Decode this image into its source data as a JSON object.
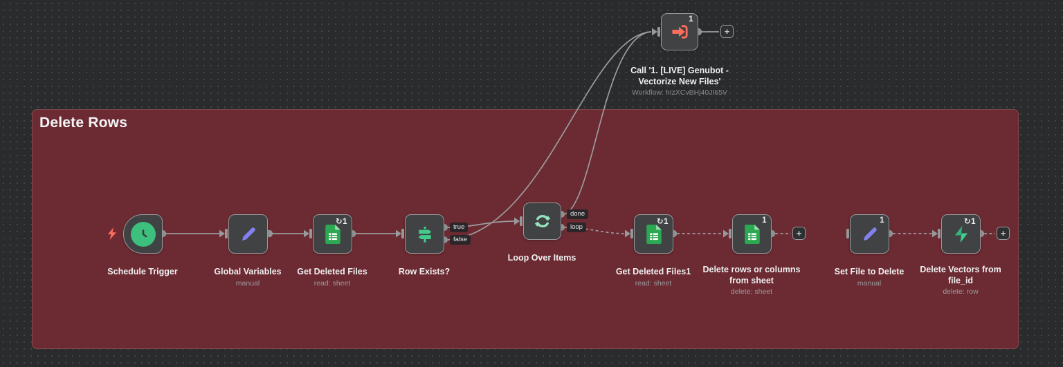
{
  "sticky": {
    "title": "Delete Rows",
    "color": "#6c2a32"
  },
  "plus_label": "+",
  "port_labels": {
    "true_label": "true",
    "false_label": "false",
    "done_label": "done",
    "loop_label": "loop"
  },
  "colors": {
    "canvas_bg": "#2a2b2d",
    "node_bg": "#414244",
    "wire": "#9b9c9e",
    "trigger_green": "#3dbf7d",
    "sheets_green": "#2ca852",
    "mint": "#96e3bf",
    "if_green": "#42c98b",
    "supabase_green": "#3ecf8e",
    "pencil_purple": "#8381f0",
    "salmon": "#ff6d5c",
    "sticky_red": "#6c2a32"
  },
  "nodes": [
    {
      "id": "schedule-trigger",
      "label": "Schedule Trigger",
      "sublabel": "",
      "badge": ""
    },
    {
      "id": "global-variables",
      "label": "Global Variables",
      "sublabel": "manual",
      "badge": ""
    },
    {
      "id": "get-deleted-files",
      "label": "Get Deleted Files",
      "sublabel": "read: sheet",
      "badge": "↻1"
    },
    {
      "id": "row-exists",
      "label": "Row Exists?",
      "sublabel": "",
      "badge": ""
    },
    {
      "id": "loop-over-items",
      "label": "Loop Over Items",
      "sublabel": "",
      "badge": ""
    },
    {
      "id": "get-deleted-files1",
      "label": "Get Deleted Files1",
      "sublabel": "read: sheet",
      "badge": "↻1"
    },
    {
      "id": "delete-rows-sheet",
      "label": "Delete rows or columns\nfrom sheet",
      "sublabel": "delete: sheet",
      "badge": "1"
    },
    {
      "id": "set-file-to-delete",
      "label": "Set File to Delete",
      "sublabel": "manual",
      "badge": "1"
    },
    {
      "id": "delete-vectors",
      "label": "Delete Vectors from\nfile_id",
      "sublabel": "delete: row",
      "badge": "↻1"
    },
    {
      "id": "call-genubot",
      "label": "Call '1. [LIVE] Genubot -\nVectorize New Files'",
      "sublabel": "Workflow: hIzXCvBHj40JI65V",
      "badge": "1"
    }
  ]
}
